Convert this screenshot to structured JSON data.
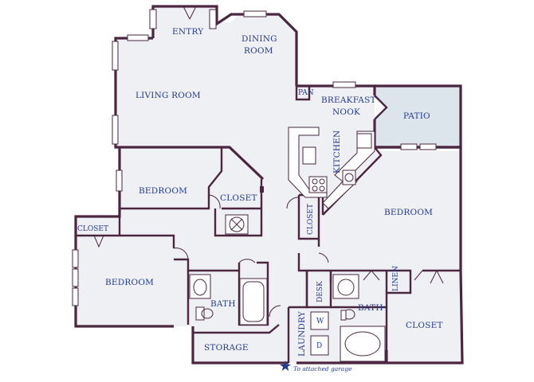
{
  "rooms": {
    "entry": "ENTRY",
    "dining_line1": "DINING",
    "dining_line2": "ROOM",
    "living": "LIVING ROOM",
    "pantry": "PAN",
    "nook_line1": "BREAKFAST",
    "nook_line2": "NOOK",
    "patio": "PATIO",
    "kitchen": "KITCHEN",
    "bedroom_mid": "BEDROOM",
    "closet_mid": "CLOSET",
    "closet_hall": "CLOSET",
    "bedroom_right": "BEDROOM",
    "closet_left": "CLOSET",
    "bedroom_left": "BEDROOM",
    "bath_left": "BATH",
    "desk": "DESK",
    "bath_right": "BATH",
    "linen": "LINEN",
    "closet_right": "CLOSET",
    "storage": "STORAGE",
    "laundry": "LAUNDRY",
    "washer": "W",
    "dryer": "D"
  },
  "garage_note": "To attached garage",
  "garage_icon": "star-icon",
  "colors": {
    "wall": "#4a2640",
    "label": "#243a8c",
    "floor": "#eff0f4",
    "patio": "#dde5ec"
  }
}
